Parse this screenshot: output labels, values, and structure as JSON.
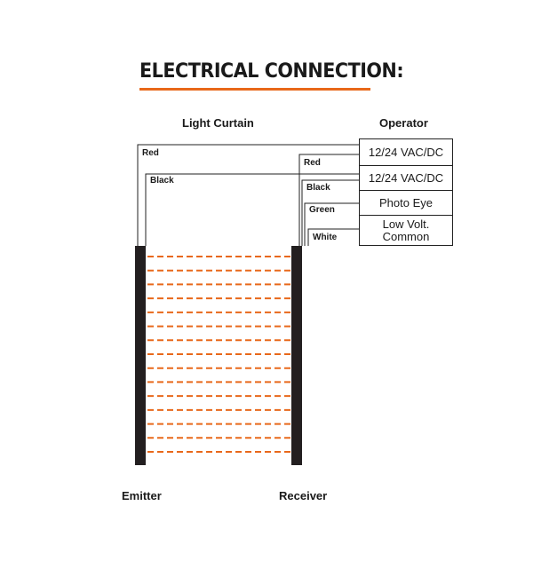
{
  "title": "ELECTRICAL CONNECTION:",
  "headers": {
    "light_curtain": "Light Curtain",
    "operator": "Operator"
  },
  "operator_terminals": [
    "12/24 VAC/DC",
    "12/24 VAC/DC",
    "Photo Eye",
    "Low Volt.\nCommon"
  ],
  "emitter_wires": [
    "Red",
    "Black"
  ],
  "receiver_wires": [
    "Red",
    "Black",
    "Green",
    "White"
  ],
  "labels": {
    "emitter": "Emitter",
    "receiver": "Receiver"
  },
  "colors": {
    "accent": "#e8681a",
    "beam": "#e8681a",
    "bar": "#231f20"
  },
  "beam_count": 15
}
